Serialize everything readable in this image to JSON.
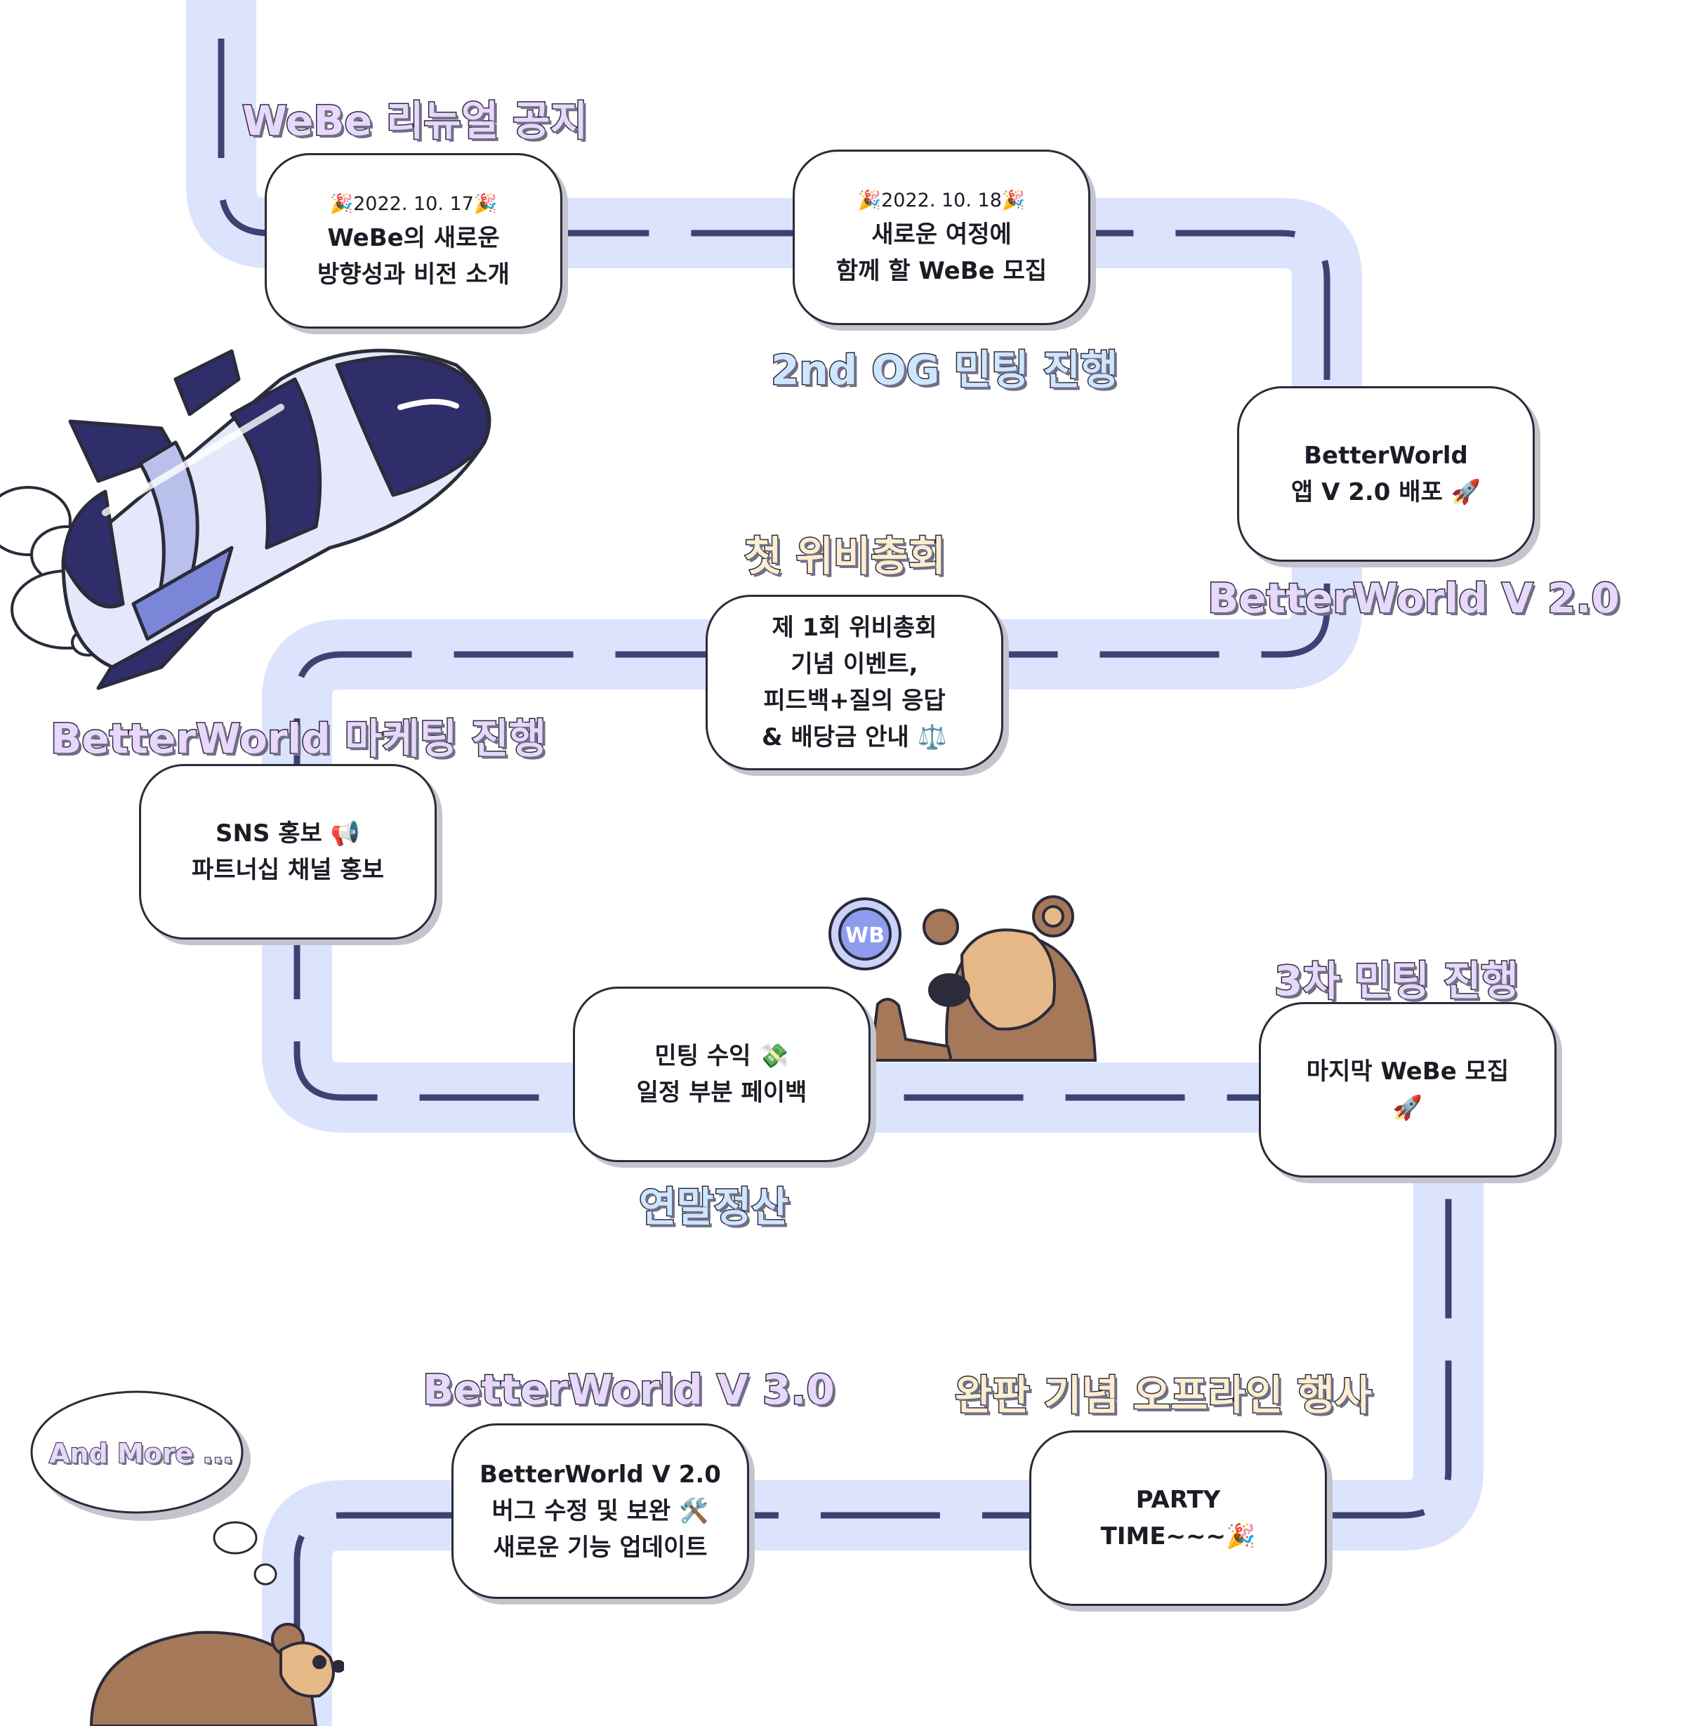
{
  "roadmap": {
    "milestones": [
      {
        "label": "WeBe 리뉴얼 공지",
        "date": "🎉2022. 10. 17🎉",
        "lines": [
          "WeBe의 새로운",
          "방향성과 비전 소개"
        ]
      },
      {
        "label": "2nd OG 민팅 진행",
        "date": "🎉2022. 10. 18🎉",
        "lines": [
          "새로운 여정에",
          "함께 할 WeBe 모집"
        ]
      },
      {
        "label": "BetterWorld V 2.0",
        "date": "",
        "lines": [
          "BetterWorld",
          "앱 V 2.0 배포 🚀"
        ]
      },
      {
        "label": "첫 위비총회",
        "date": "",
        "lines": [
          "제 1회 위비총회",
          "기념 이벤트,",
          "피드백+질의 응답",
          "& 배당금 안내 ⚖️"
        ]
      },
      {
        "label": "BetterWorld 마케팅 진행",
        "date": "",
        "lines": [
          "SNS 홍보 📢",
          "파트너십 채널 홍보"
        ]
      },
      {
        "label": "연말정산",
        "date": "",
        "lines": [
          "민팅 수익 💸",
          "일정 부분 페이백"
        ]
      },
      {
        "label": "3차 민팅 진행",
        "date": "",
        "lines": [
          "마지막 WeBe 모집",
          "🚀"
        ]
      },
      {
        "label": "완판 기념 오프라인 행사",
        "date": "",
        "lines": [
          "PARTY",
          "TIME~~~🎉"
        ]
      },
      {
        "label": "BetterWorld V 3.0",
        "date": "",
        "lines": [
          "BetterWorld V 2.0",
          "버그 수정 및 보완 🛠️",
          "새로운 기능 업데이트"
        ]
      }
    ],
    "thought_bubble": "And More ...",
    "coin_text": "WB"
  },
  "colors": {
    "road": "#dce3fd",
    "road_dash": "#3f4173",
    "card_border": "#2b2b3a",
    "label_purple": "#e8d8fb",
    "label_blue": "#cfe6ff",
    "label_cream": "#fdeed0"
  },
  "icons": [
    "rocket-illustration",
    "bear-illustration",
    "coin-icon",
    "thought-cloud-icon",
    "bear-peeking-illustration"
  ]
}
